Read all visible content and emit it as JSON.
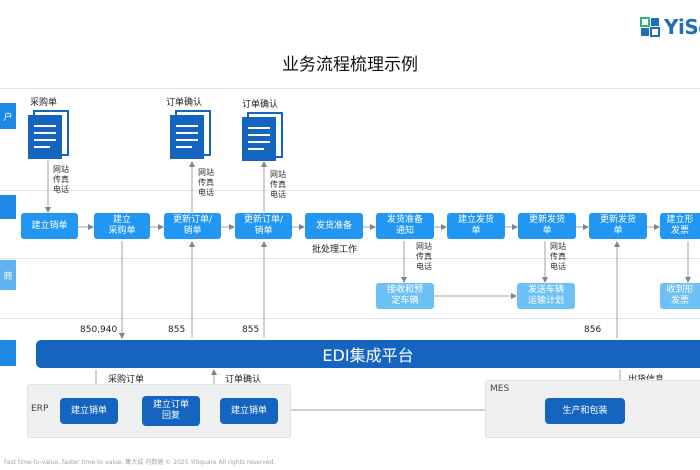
{
  "header": {
    "title": "业务流程梳理示例",
    "logo_text": "YiSo"
  },
  "lanes": [
    "户",
    "",
    "商",
    ""
  ],
  "documents": [
    {
      "label": "采购单",
      "channels": [
        "网站",
        "传真",
        "电话"
      ]
    },
    {
      "label": "订单确认",
      "channels": [
        "网站",
        "传真",
        "电话"
      ]
    },
    {
      "label": "订单确认",
      "channels": [
        "网站",
        "传真",
        "电话"
      ]
    }
  ],
  "main_flow": [
    "建立销单",
    "建立\n采购单",
    "更新订单/\n销单",
    "更新订单/\n销单",
    "发货准备",
    "发货准备\n通知",
    "建立发货\n单",
    "更新发货\n单",
    "更新发货\n单",
    "建立形\n发票"
  ],
  "notes": {
    "batch": "批处理工作",
    "ship_channels": [
      "网站",
      "传真",
      "电话"
    ],
    "update_channels": [
      "网站",
      "传真",
      "电话"
    ]
  },
  "secondary_flow": [
    "接收和预\n定车辆",
    "发送车辆\n运输计划",
    "收到形\n发票"
  ],
  "edi": {
    "label": "EDI集成平台",
    "codes": [
      "850,940",
      "855",
      "855",
      "856"
    ]
  },
  "erp": {
    "label": "ERP",
    "boxes": [
      "建立销单",
      "建立订单\n回复",
      "建立销单"
    ],
    "flow_labels": [
      "采购订单",
      "订单确认"
    ]
  },
  "mes": {
    "label": "MES",
    "box": "生产和包装",
    "flow_label": "出货信息"
  },
  "footer": "Fast time-to-value, faster time-to-value.  集大成 问数据  © 2025 YiSquare All rights reserved."
}
